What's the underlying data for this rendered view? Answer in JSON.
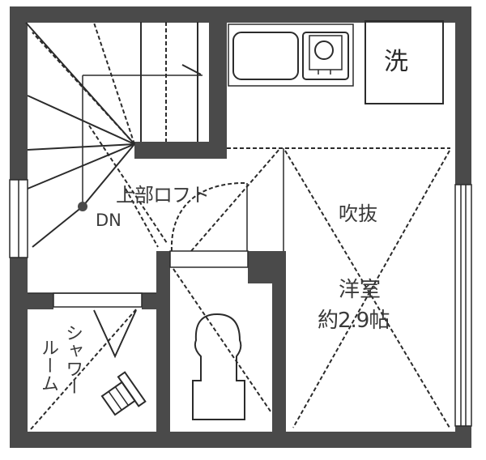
{
  "floor_plan": {
    "colors": {
      "wall": "#4a4a4a",
      "line": "#2b2b2b",
      "background": "#ffffff"
    },
    "rooms": {
      "laundry": {
        "label": "洗"
      },
      "stair": {
        "loft_label": "上部ロフト",
        "direction_label": "DN"
      },
      "western_room": {
        "void_label": "吹抜",
        "name_label": "洋室",
        "area_label": "約2.9帖"
      },
      "shower_room": {
        "label": "シャワールーム",
        "col1": "シャワー",
        "col2": "ルーム"
      },
      "toilet": {},
      "kitchen": {}
    }
  }
}
